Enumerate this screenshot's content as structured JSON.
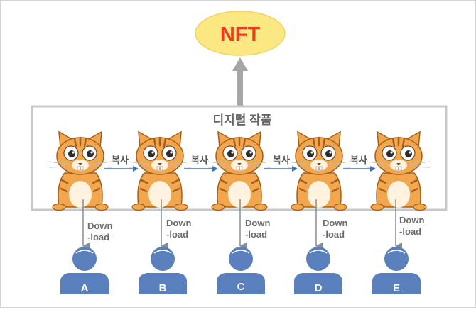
{
  "nft_label": "NFT",
  "box_title": "디지털 작품",
  "copy_label": "복사",
  "download_line1": "Down",
  "download_line2": "-load",
  "users": [
    "A",
    "B",
    "C",
    "D",
    "E"
  ],
  "colors": {
    "nft_fill": "#fce883",
    "nft_text": "#ee3b1e",
    "box_border": "#c8c8c8",
    "title_text": "#666666",
    "copy_arrow": "#3f6fc4",
    "gray_arrow": "#999999",
    "download_text": "#6b6b6b",
    "user_fill": "#5a7fbd",
    "user_line": "#ffffff",
    "cat_body": "#f2a64e",
    "cat_stripe": "#a55f18",
    "cat_belly": "#fff3df"
  }
}
